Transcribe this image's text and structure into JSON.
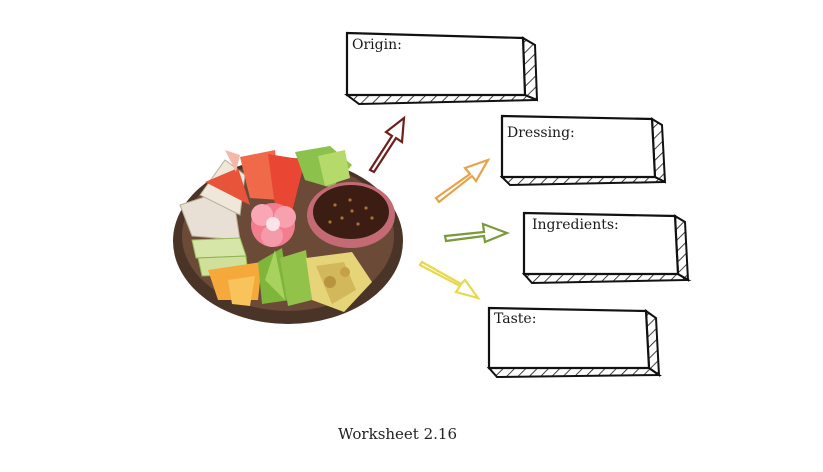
{
  "boxes": [
    {
      "key": "origin",
      "label": "Origin:"
    },
    {
      "key": "dressing",
      "label": "Dressing:"
    },
    {
      "key": "ingredients",
      "label": "Ingredients:"
    },
    {
      "key": "taste",
      "label": "Taste:"
    }
  ],
  "caption": "Worksheet 2.16",
  "colors": {
    "arrow_origin": "#6e1f1a",
    "arrow_dressing": "#e8a24a",
    "arrow_ingredients": "#7a9a3a",
    "arrow_taste": "#e8d84a",
    "box_stroke": "#111111"
  },
  "icons": [
    "salad-plate-illustration",
    "arrow-icon"
  ]
}
